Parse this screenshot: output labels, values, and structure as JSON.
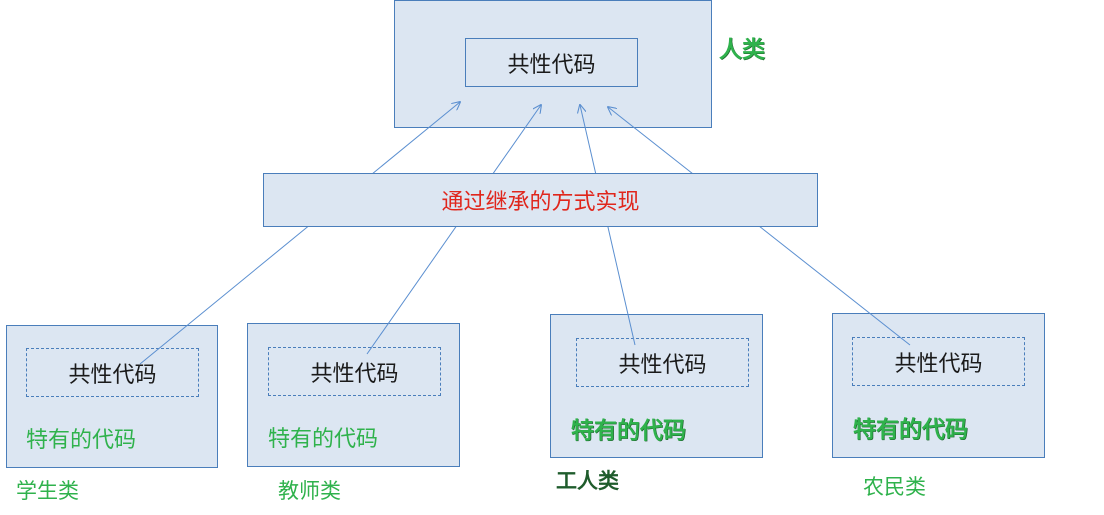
{
  "parent": {
    "inner_text": "共性代码",
    "label": "人类"
  },
  "middle": {
    "text": "通过继承的方式实现"
  },
  "children": [
    {
      "inner_text": "共性代码",
      "specific_text": "特有的代码",
      "label": "学生类"
    },
    {
      "inner_text": "共性代码",
      "specific_text": "特有的代码",
      "label": "教师类"
    },
    {
      "inner_text": "共性代码",
      "specific_text": "特有的代码",
      "label": "工人类"
    },
    {
      "inner_text": "共性代码",
      "specific_text": "特有的代码",
      "label": "农民类"
    }
  ],
  "colors": {
    "box_fill": "#dce6f2",
    "box_border": "#4a7ebb",
    "arrow": "#5b8fd0",
    "middle_text": "#e0261c",
    "specific_text": "#2fb24c",
    "parent_label": "#2fb24c"
  }
}
